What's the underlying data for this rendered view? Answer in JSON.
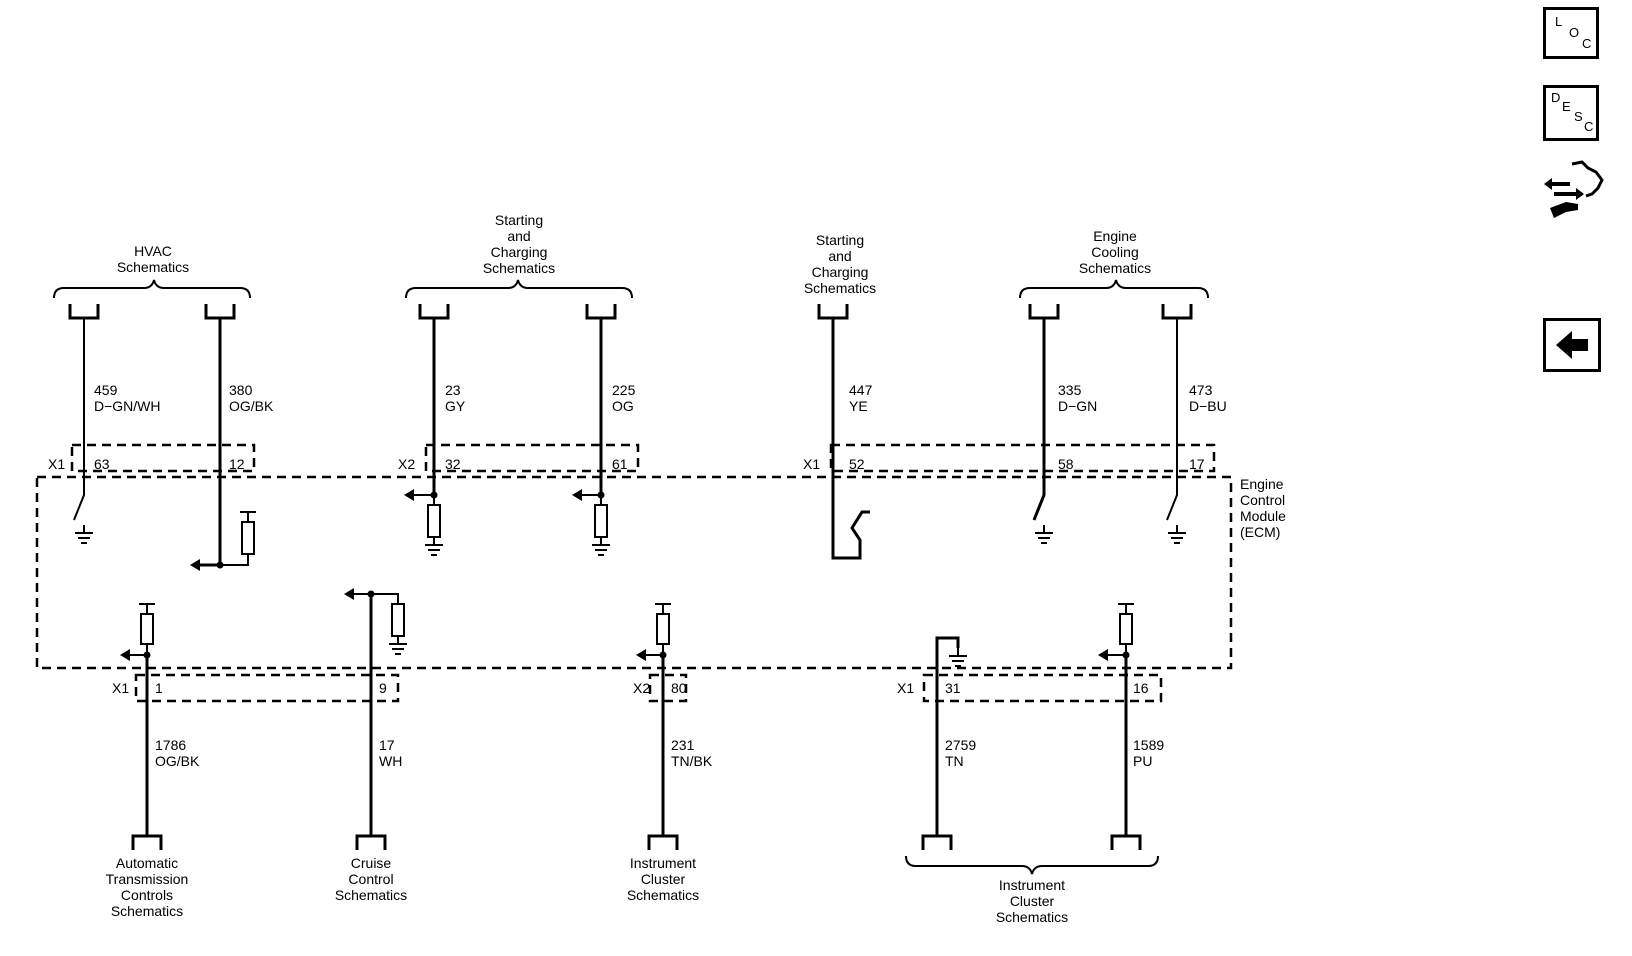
{
  "nav": {
    "loc": {
      "l": "L",
      "o": "O",
      "c": "C"
    },
    "desc": {
      "d": "D",
      "e": "E",
      "s": "S",
      "c": "C"
    },
    "connector_icon": "connector-end-view-icon",
    "back_icon": "back-arrow-icon"
  },
  "module": {
    "label": [
      "Engine",
      "Control",
      "Module",
      "(ECM)"
    ]
  },
  "top_destinations": [
    {
      "lines": [
        "HVAC",
        "Schematics"
      ]
    },
    {
      "lines": [
        "Starting",
        "and",
        "Charging",
        "Schematics"
      ]
    },
    {
      "lines": [
        "Starting",
        "and",
        "Charging",
        "Schematics"
      ]
    },
    {
      "lines": [
        "Engine",
        "Cooling",
        "Schematics"
      ]
    }
  ],
  "bottom_destinations": [
    {
      "lines": [
        "Automatic",
        "Transmission",
        "Controls",
        "Schematics"
      ]
    },
    {
      "lines": [
        "Cruise",
        "Control",
        "Schematics"
      ]
    },
    {
      "lines": [
        "Instrument",
        "Cluster",
        "Schematics"
      ]
    },
    {
      "lines": [
        "Instrument",
        "Cluster",
        "Schematics"
      ]
    }
  ],
  "top_connectors": [
    {
      "name": "X1"
    },
    {
      "name": "X2"
    },
    {
      "name": "X1"
    }
  ],
  "bottom_connectors": [
    {
      "name": "X1"
    },
    {
      "name": "X2"
    },
    {
      "name": "X1"
    }
  ],
  "top_wires": [
    {
      "circuit": "459",
      "color": "D−GN/WH",
      "pin": "63"
    },
    {
      "circuit": "380",
      "color": "OG/BK",
      "pin": "12"
    },
    {
      "circuit": "23",
      "color": "GY",
      "pin": "32"
    },
    {
      "circuit": "225",
      "color": "OG",
      "pin": "61"
    },
    {
      "circuit": "447",
      "color": "YE",
      "pin": "52"
    },
    {
      "circuit": "335",
      "color": "D−GN",
      "pin": "58"
    },
    {
      "circuit": "473",
      "color": "D−BU",
      "pin": "17"
    }
  ],
  "bottom_wires": [
    {
      "circuit": "1786",
      "color": "OG/BK",
      "pin": "1"
    },
    {
      "circuit": "17",
      "color": "WH",
      "pin": "9"
    },
    {
      "circuit": "231",
      "color": "TN/BK",
      "pin": "80"
    },
    {
      "circuit": "2759",
      "color": "TN",
      "pin": "31"
    },
    {
      "circuit": "1589",
      "color": "PU",
      "pin": "16"
    }
  ]
}
